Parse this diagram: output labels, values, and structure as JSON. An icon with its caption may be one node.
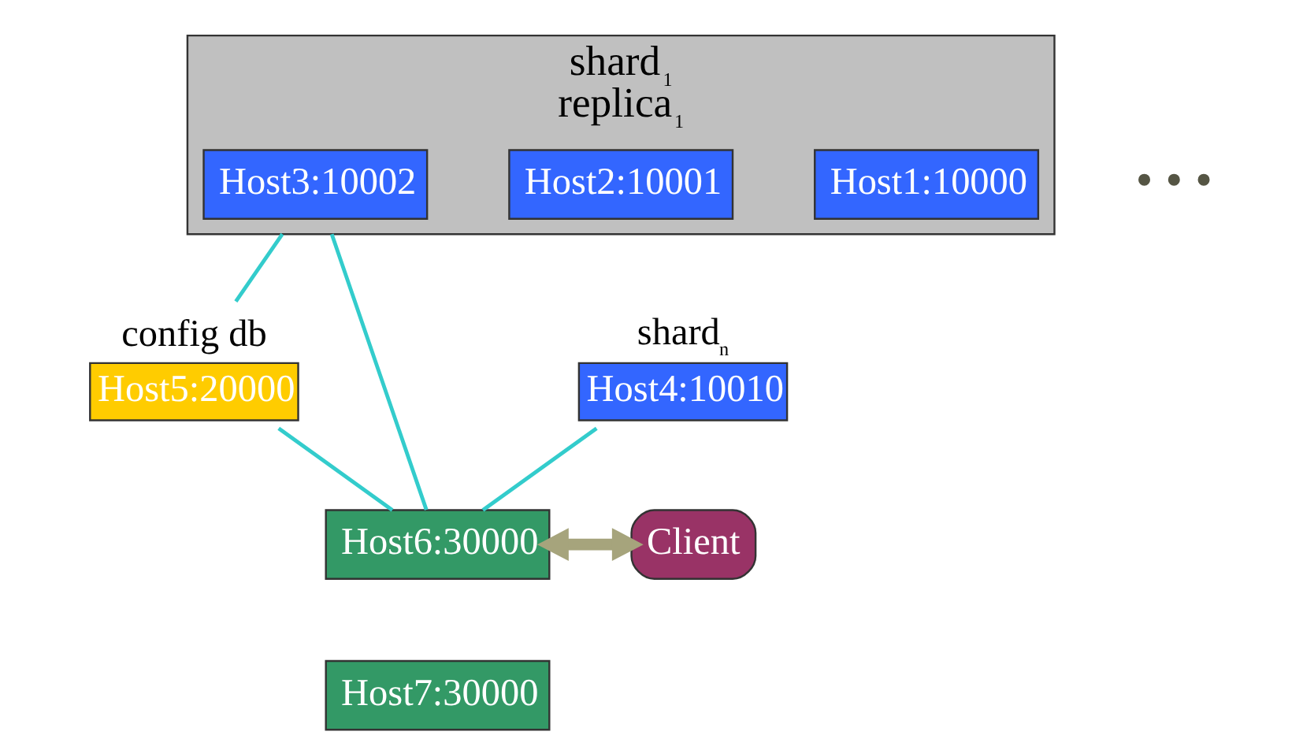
{
  "diagram": {
    "nodes": [
      {
        "text": [
          "shard$_{1}$",
          "replica$_{1}$"
        ]
      },
      {
        "text": [
          "Host1:10000"
        ],
        "in": 0
      },
      {
        "text": [
          "Host2:10001"
        ],
        "in": 0
      },
      {
        "text": [
          "Host3:10002"
        ],
        "in": 0
      },
      {
        "text": [
          "shard$_{n}$",
          "Host4:10010"
        ]
      },
      {
        "text": [
          "config db",
          "Host5:20000"
        ]
      },
      {
        "text": [
          "Host6:30000"
        ]
      },
      {
        "text": [
          "Host7:30000"
        ]
      },
      {
        "text": [
          "Client"
        ]
      }
    ],
    "edges": [
      {
        "from": 0,
        "to": 5,
        "arrow": "none"
      },
      {
        "from": 0,
        "to": 6,
        "arrow": "none"
      },
      {
        "from": 4,
        "to": 6,
        "arrow": "none"
      },
      {
        "from": 5,
        "to": 6,
        "arrow": "none"
      },
      {
        "from": 6,
        "to": 8,
        "arrow": "both",
        "style": "thick",
        "color": "#a6a47c"
      }
    ],
    "labels": [
      "• • •"
    ]
  }
}
